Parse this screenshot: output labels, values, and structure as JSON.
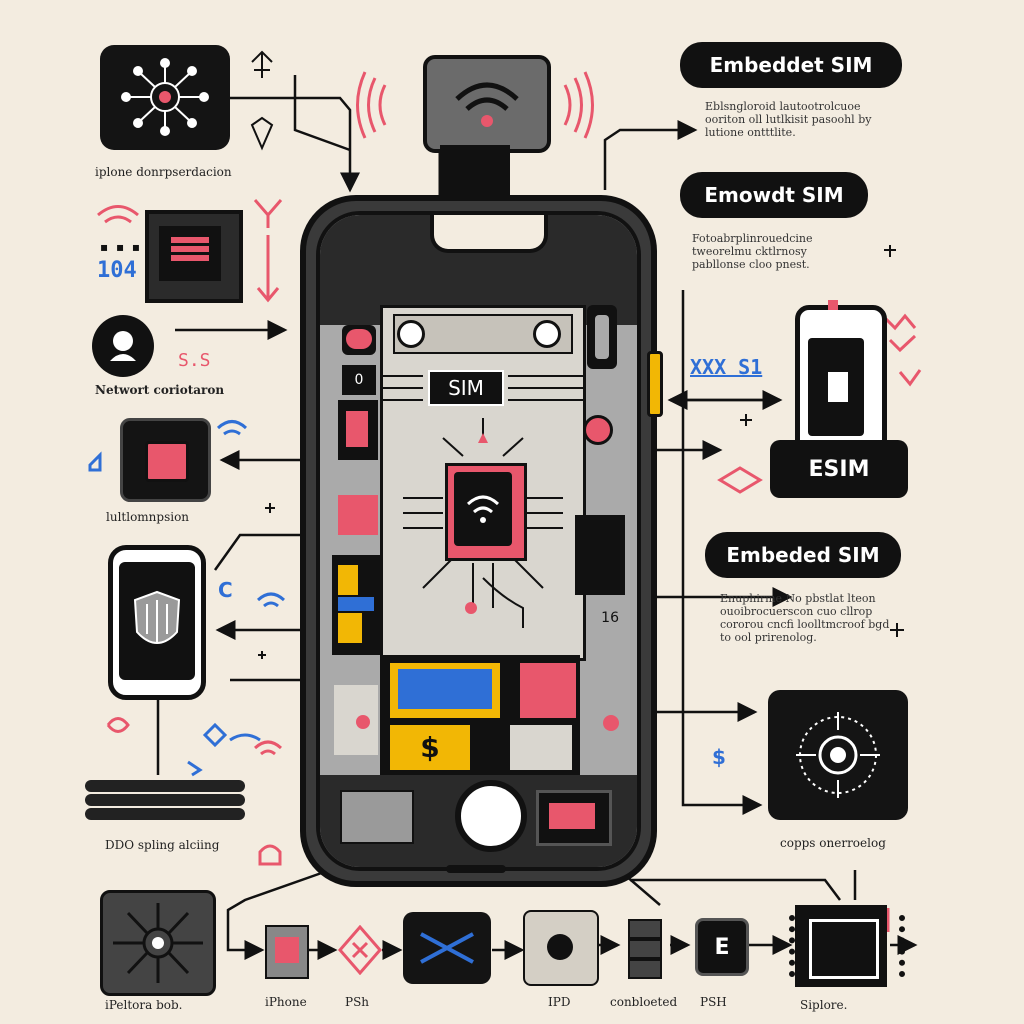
{
  "title_pills": [
    "Embeddet SIM",
    "Emowdt SIM",
    "Embeded SIM"
  ],
  "descriptions": [
    "Eblsngloroid lautootrolcuoe ooriton oll lutlkisit pasoohl by lutione ontttlite.",
    "Fotoabrplinrouedcine tweorelmu cktlrnosy pabllonse cloo pnest.",
    "Enuphirme No pbstlat lteon ouoibrocuerscon cuo cllrop cororou cncfi loolltmcroof bgd to ool prirenolog."
  ],
  "left_captions": [
    "iplone donrpserdacion",
    "Networt coriotaron",
    "lultlomnpsion",
    "DDO spling alciing",
    "iPeltora bob."
  ],
  "left_numbers": [
    "104",
    "S.S"
  ],
  "right_captions": [
    "copps onerroelog",
    "XXX S1"
  ],
  "phone": {
    "sim_label": "SIM",
    "corner_number": "16",
    "dollar": "$"
  },
  "esim_label": "ESIM",
  "bottom_flow": [
    "iPhone",
    "PSh",
    "IPD",
    "conbloeted",
    "PSH",
    "Siplore."
  ],
  "bottom_keycap": "E",
  "colors": {
    "background": "#f3ece0",
    "ink": "#111111",
    "accent_pink": "#e8576c",
    "accent_yellow": "#f2b705",
    "accent_blue": "#2f6fd6",
    "gray": "#8d8d8d"
  }
}
